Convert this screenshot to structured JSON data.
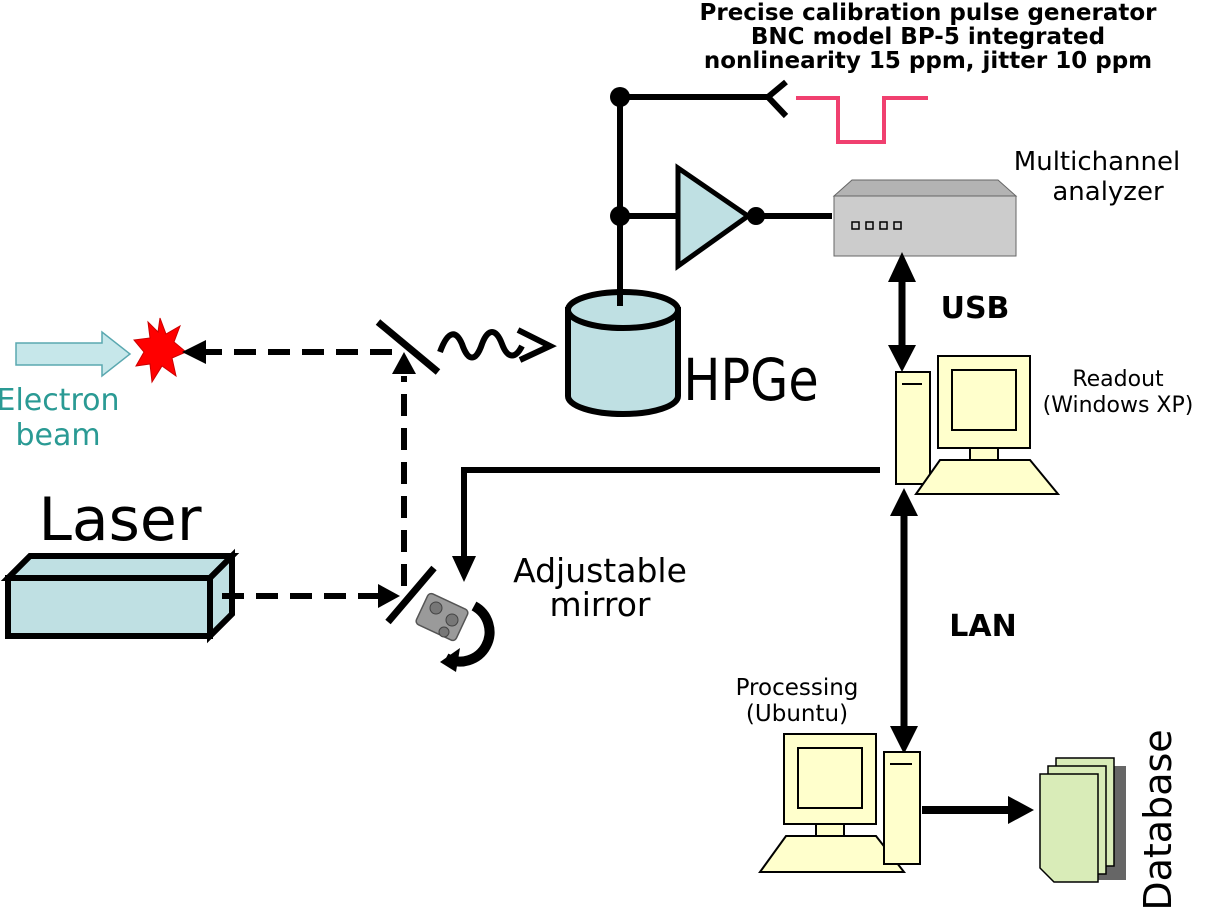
{
  "labels": {
    "pulser_line1": "Precise calibration pulse generator",
    "pulser_line2": "BNC model BP-5 integrated",
    "pulser_line3": "nonlinearity 15 ppm, jitter 10 ppm",
    "mca_line1": "Multichannel",
    "mca_line2": "analyzer",
    "usb": "USB",
    "readout_line1": "Readout",
    "readout_line2": "(Windows XP)",
    "hpge": "HPGe",
    "electron_line1": "Electron",
    "electron_line2": "beam",
    "laser": "Laser",
    "mirror_line1": "Adjustable",
    "mirror_line2": "mirror",
    "lan": "LAN",
    "processing_line1": "Processing",
    "processing_line2": "(Ubuntu)",
    "database": "Database"
  },
  "colors": {
    "line": "#000000",
    "detector_fill": "#bfe0e3",
    "laser_fill": "#bfe0e3",
    "electron_arrow_fill": "#c6e7ea",
    "electron_text": "#2a9a94",
    "pulse": "#f0406f",
    "computer_fill": "#ffffcc",
    "database_fill": "#d9ecb8",
    "mca_fill": "#cccccc",
    "flash": "#ff0000"
  }
}
